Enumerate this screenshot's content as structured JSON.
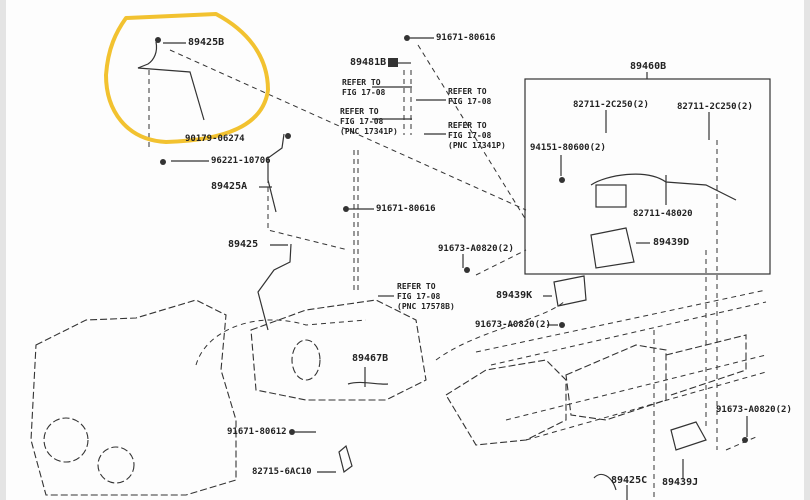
{
  "diagram": {
    "title": "Exhaust sensor parts diagram",
    "highlight_color": "#f2c230",
    "line_color": "#333333",
    "parts": {
      "p89425B": "89425B",
      "p90179": "90179-06274",
      "p96221": "96221-10706",
      "p89425A": "89425A",
      "p91671_top": "91671-80616",
      "p89481B": "89481B",
      "p91671_mid": "91671-80616",
      "p89425": "89425",
      "p89460B": "89460B",
      "p82711_left": "82711-2C250(2)",
      "p82711_right": "82711-2C250(2)",
      "p94151": "94151-80600(2)",
      "p82711_48020": "82711-48020",
      "p89439D": "89439D",
      "p91673_a": "91673-A0820(2)",
      "p89439K": "89439K",
      "p91673_b": "91673-A0820(2)",
      "p89467B": "89467B",
      "p91671_low": "91671-80612",
      "p82715": "82715-6AC10",
      "p91673_c": "91673-A0820(2)",
      "p89439J": "89439J",
      "p89425C": "89425C"
    },
    "refs": {
      "r1": "REFER TO\nFIG 17-08",
      "r2": "REFER TO\nFIG 17-08",
      "r3": "REFER TO\nFIG 17-08\n(PNC 17341P)",
      "r4": "REFER TO\nFIG 17-08\n(PNC 17341P)",
      "r5": "REFER TO\nFIG 17-08\n(PNC 17578B)"
    }
  }
}
